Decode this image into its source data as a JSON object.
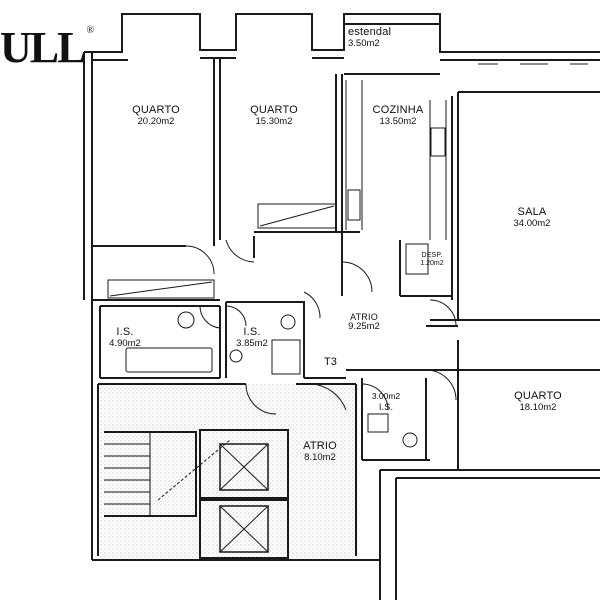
{
  "logo": {
    "text": "ULL",
    "mark": "®"
  },
  "rooms": {
    "quarto1": {
      "name": "QUARTO",
      "area": "20.20m2"
    },
    "quarto2": {
      "name": "QUARTO",
      "area": "15.30m2"
    },
    "estendal": {
      "name": "estendal",
      "area": "3.50m2"
    },
    "cozinha": {
      "name": "COZINHA",
      "area": "13.50m2"
    },
    "sala": {
      "name": "SALA",
      "area": "34.00m2"
    },
    "desp": {
      "name": "DESP.",
      "area": "1.20m2"
    },
    "is1": {
      "name": "I.S.",
      "area": "4.90m2"
    },
    "is2": {
      "name": "I.S.",
      "area": "3.85m2"
    },
    "atrio1": {
      "name": "ATRIO",
      "area": "9.25m2"
    },
    "is3": {
      "name": "I.S.",
      "area": "3.00m2"
    },
    "quarto3": {
      "name": "QUARTO",
      "area": "18.10m2"
    },
    "atrio2": {
      "name": "ATRIO",
      "area": "8.10m2"
    }
  },
  "unit_tag": "T3",
  "colors": {
    "line": "#1a1a1a",
    "stipple": "#9a9a9a",
    "background": "#ffffff"
  }
}
